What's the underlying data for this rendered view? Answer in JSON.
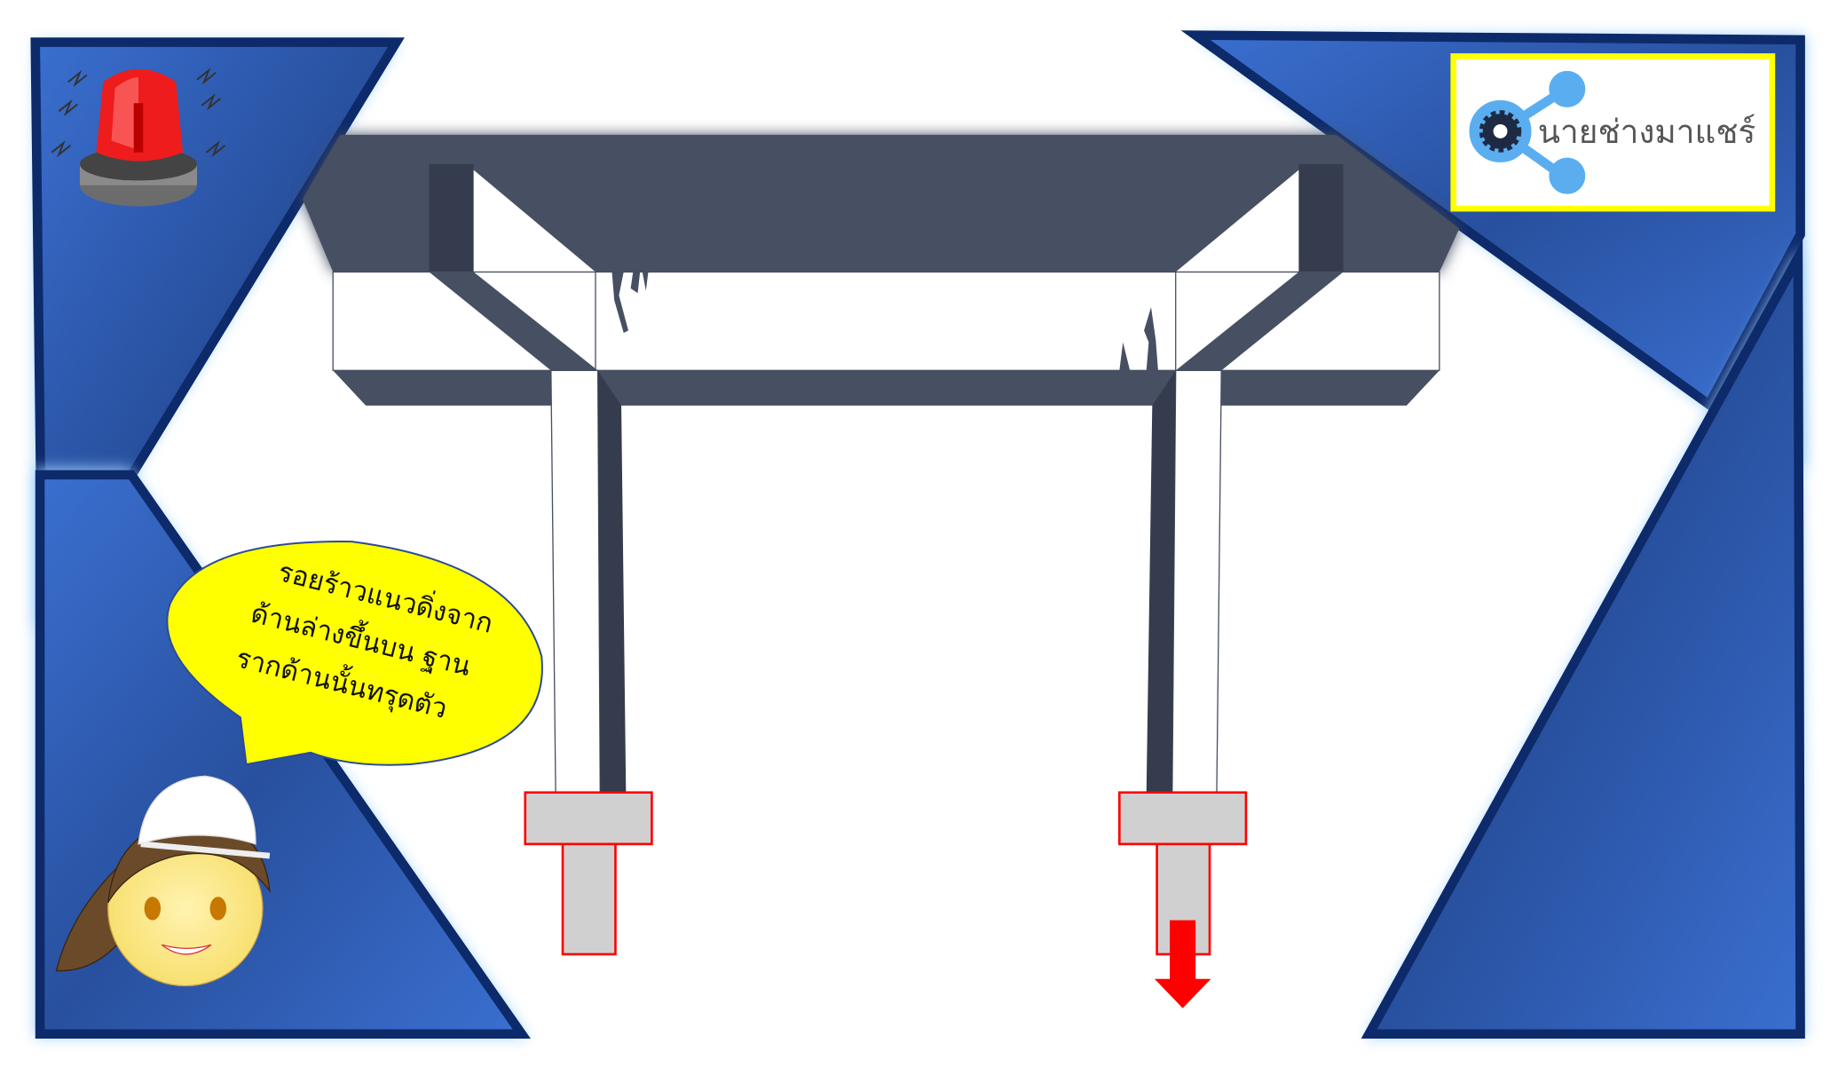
{
  "logo": {
    "text": "นายช่างมาแชร์",
    "border_color": "#ffff00",
    "accent_color": "#5aaef0"
  },
  "speech_bubble": {
    "lines": [
      "รอยร้าวแนวดิ่งจาก",
      "ด้านล่างขึ้นบน ฐาน",
      "รากด้านนั้นทรุดตัว"
    ],
    "fill_color": "#ffff00"
  },
  "colors": {
    "frame_blue": "#3566c4",
    "frame_dark": "#0d2a6b",
    "structure_dark": "#474f63",
    "footing_fill": "#d0d0d0",
    "footing_border": "#ff0000",
    "settlement_arrow": "#ff0000"
  },
  "icons": [
    "siren-icon",
    "engineer-avatar",
    "gear-icon",
    "share-icon",
    "down-arrow-icon"
  ]
}
